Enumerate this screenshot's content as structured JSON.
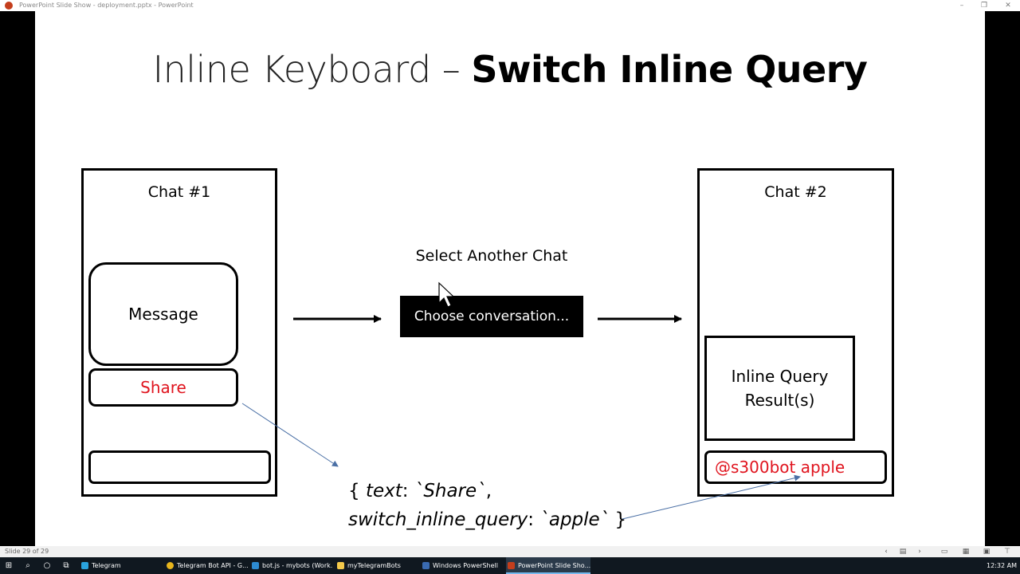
{
  "window": {
    "title": "PowerPoint Slide Show  -  deployment.pptx - PowerPoint"
  },
  "slide": {
    "title_light": "Inline Keyboard – ",
    "title_bold": "Switch Inline Query",
    "chat1": {
      "label": "Chat #1",
      "message": "Message",
      "share": "Share"
    },
    "middle": {
      "select_label": "Select Another Chat",
      "choose_button": "Choose conversation..."
    },
    "chat2": {
      "label": "Chat #2",
      "result_line1": "Inline Query",
      "result_line2": "Result(s)",
      "query_text": "@s300bot apple"
    },
    "code": {
      "open": "{ ",
      "key1": "text",
      "sep1": ": ",
      "val1": "`Share`",
      "comma": ",",
      "key2": "switch_inline_query",
      "sep2": ": ",
      "val2": "`apple`",
      "close": " }"
    },
    "colors": {
      "accent_red": "#e0141e",
      "annotation_line": "#4a6fa5"
    }
  },
  "statusbar": {
    "slide_counter": "Slide 29 of 29"
  },
  "taskbar": {
    "items": [
      {
        "label": "Telegram",
        "icon": "telegram-icon"
      },
      {
        "label": "Telegram Bot API - G...",
        "icon": "chrome-icon"
      },
      {
        "label": "bot.js - mybots (Work...",
        "icon": "vscode-icon"
      },
      {
        "label": "myTelegramBots",
        "icon": "folder-icon"
      },
      {
        "label": "Windows PowerShell",
        "icon": "powershell-icon"
      },
      {
        "label": "PowerPoint Slide Sho...",
        "icon": "powerpoint-icon"
      }
    ],
    "clock": "12:32 AM"
  }
}
